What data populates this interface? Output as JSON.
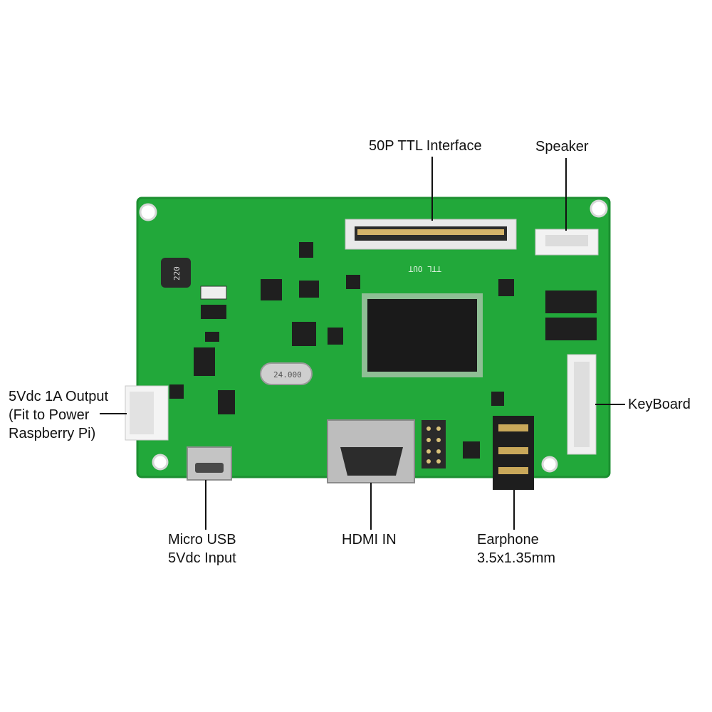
{
  "labels": {
    "ttl": "50P TTL Interface",
    "speaker": "Speaker",
    "output_line1": "5Vdc 1A Output",
    "output_line2": "(Fit to Power",
    "output_line3": "Raspberry Pi)",
    "keyboard": "KeyBoard",
    "usb_line1": "Micro USB",
    "usb_line2": "5Vdc Input",
    "hdmi": "HDMI IN",
    "earphone_line1": "Earphone",
    "earphone_line2": "3.5x1.35mm"
  },
  "silkscreen": {
    "ttl_out": "TTL OUT",
    "inductor": "220",
    "crystal": "24.000"
  },
  "colors": {
    "pcb": "#22a83a",
    "pcb_edge": "#1c8f31",
    "chip": "#1a1a1a",
    "connector": "#f2f2f2",
    "metal": "#b9b9b9"
  }
}
